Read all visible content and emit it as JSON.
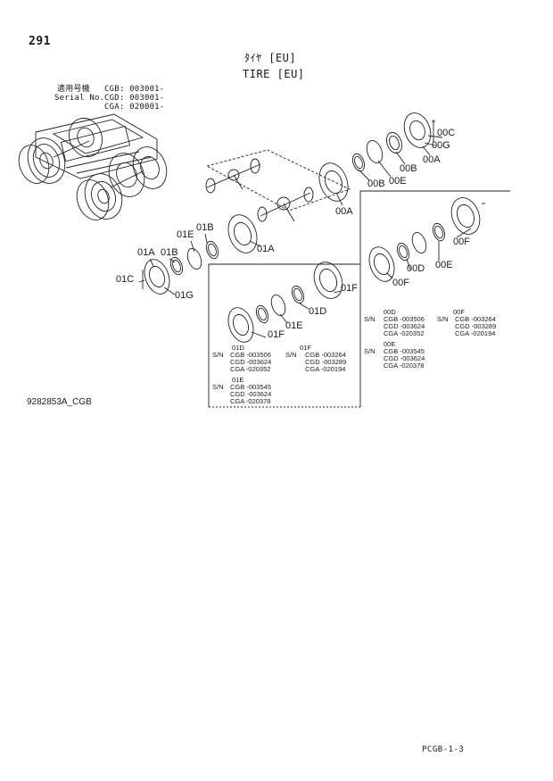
{
  "page": {
    "number": "291",
    "title_jp": "ﾀｲﾔ [EU]",
    "title_en": "TIRE [EU]",
    "figure_id": "9282853A_CGB",
    "ref_code": "PCGB-1-3"
  },
  "serial": {
    "line1_label": "適用号機",
    "line1_value": "CGB: 003001-",
    "line2_label": "Serial No.",
    "line2_value": "CGD: 003001-",
    "line3_value": "CGA: 020001-"
  },
  "callouts": {
    "c00C": "00C",
    "c00G": "00G",
    "c00A": "00A",
    "c00B": "00B",
    "c00E": "00E",
    "c00A2": "00A",
    "c01A": "01A",
    "c01B": "01B",
    "c01E": "01E",
    "c01B2": "01B",
    "c01A2": "01A",
    "c01C": "01C",
    "c01G": "01G",
    "c01F": "01F",
    "c01D": "01D",
    "c01E2": "01E",
    "c01F2": "01F",
    "c00F": "00F",
    "c00D": "00D",
    "c00E2": "00E",
    "c00F2": "00F"
  },
  "serial_notes": {
    "sn": "S/N",
    "n01D": {
      "code": "01D",
      "l1": "CGB -003506",
      "l2": "CGD -003624",
      "l3": "CGA -020352"
    },
    "n01F": {
      "code": "01F",
      "l1": "CGB -003264",
      "l2": "CGD -003289",
      "l3": "CGA -020194"
    },
    "n01E": {
      "code": "01E",
      "l1": "CGB -003545",
      "l2": "CGD -003624",
      "l3": "CGA -020378"
    },
    "n00D": {
      "code": "00D",
      "l1": "CGB -003506",
      "l2": "CGD -003624",
      "l3": "CGA -020352"
    },
    "n00F": {
      "code": "00F",
      "l1": "CGB -003264",
      "l2": "CGD -003289",
      "l3": "CGA -020194"
    },
    "n00E": {
      "code": "00E",
      "l1": "CGB -003545",
      "l2": "CGD -003624",
      "l3": "CGA -020378"
    }
  }
}
